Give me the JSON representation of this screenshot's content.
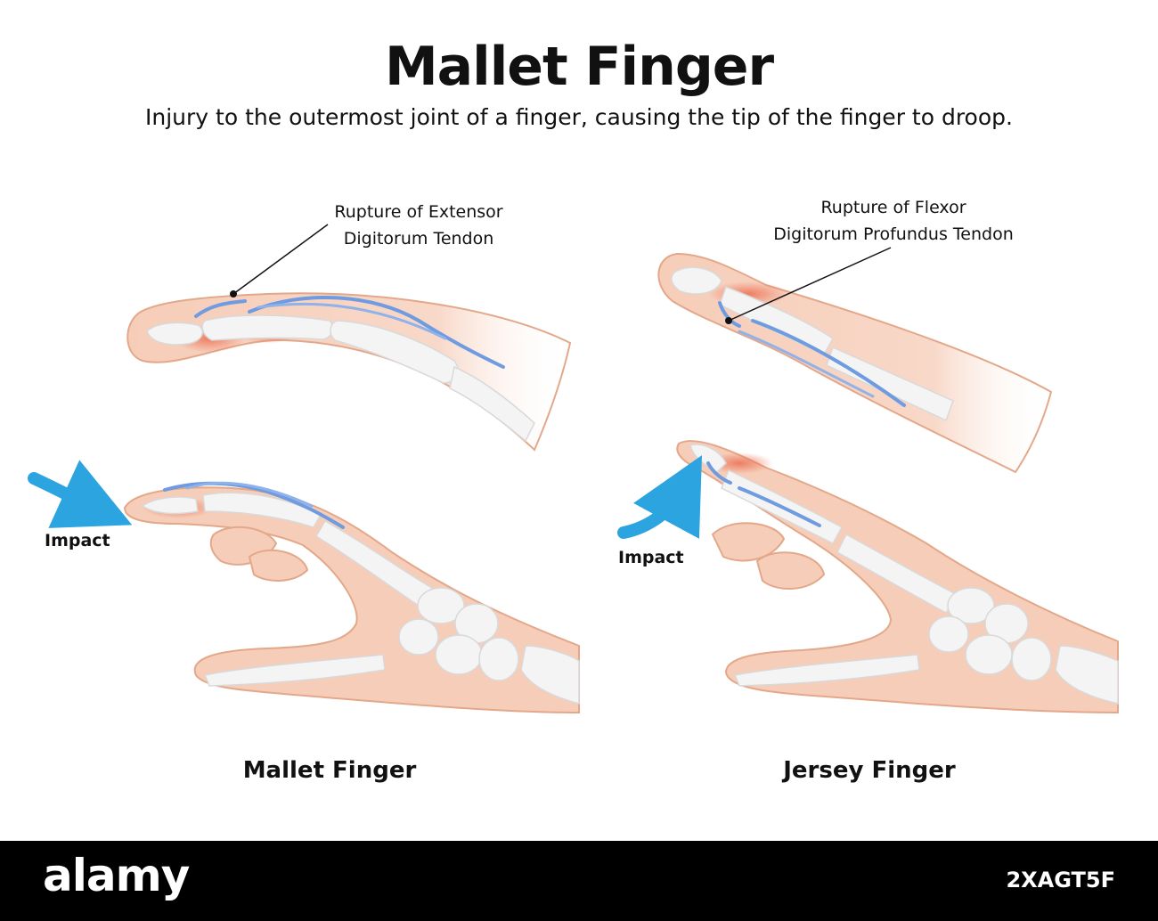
{
  "title": "Mallet Finger",
  "subtitle": "Injury to the outermost joint of a finger, causing the tip of the finger to droop.",
  "left_panel": {
    "callout_line1": "Rupture of Extensor",
    "callout_line2": "Digitorum Tendon",
    "impact_label": "Impact",
    "caption": "Mallet Finger"
  },
  "right_panel": {
    "callout_line1": "Rupture of Flexor",
    "callout_line2": "Digitorum Profundus Tendon",
    "impact_label": "Impact",
    "caption": "Jersey Finger"
  },
  "footer": {
    "logo": "alamy",
    "stock_id": "2XAGT5F"
  },
  "colors": {
    "skin": "#f6cdb8",
    "skin_outline": "#e3a88a",
    "bone": "#f4f4f4",
    "tendon": "#6f9be0",
    "injury": "#ec7a5c",
    "arrow": "#2ba4e0"
  }
}
